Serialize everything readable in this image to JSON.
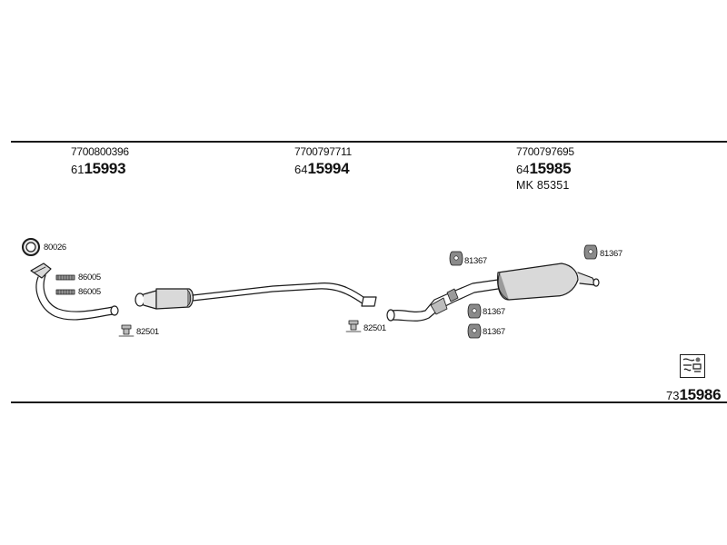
{
  "parts": [
    {
      "oe": "7700800396",
      "prefix": "61",
      "number": "15993"
    },
    {
      "oe": "7700797711",
      "prefix": "64",
      "number": "15994"
    },
    {
      "oe": "7700797695",
      "prefix": "64",
      "number": "15985",
      "kit": "MK  85351"
    }
  ],
  "callouts": {
    "ring": "80026",
    "bolt_a": "86005",
    "bolt_b": "86005",
    "clamp_left": "82501",
    "clamp_mid": "82501",
    "hanger_top": "81367",
    "hanger_right": "81367",
    "hanger_mid_a": "81367",
    "hanger_mid_b": "81367"
  },
  "set": {
    "prefix": "73",
    "number": "15986",
    "icon": "parts-set-icon"
  },
  "colors": {
    "line": "#1a1a1a",
    "part_fill": "#d9d9d9",
    "part_dark": "#7a7a7a"
  }
}
